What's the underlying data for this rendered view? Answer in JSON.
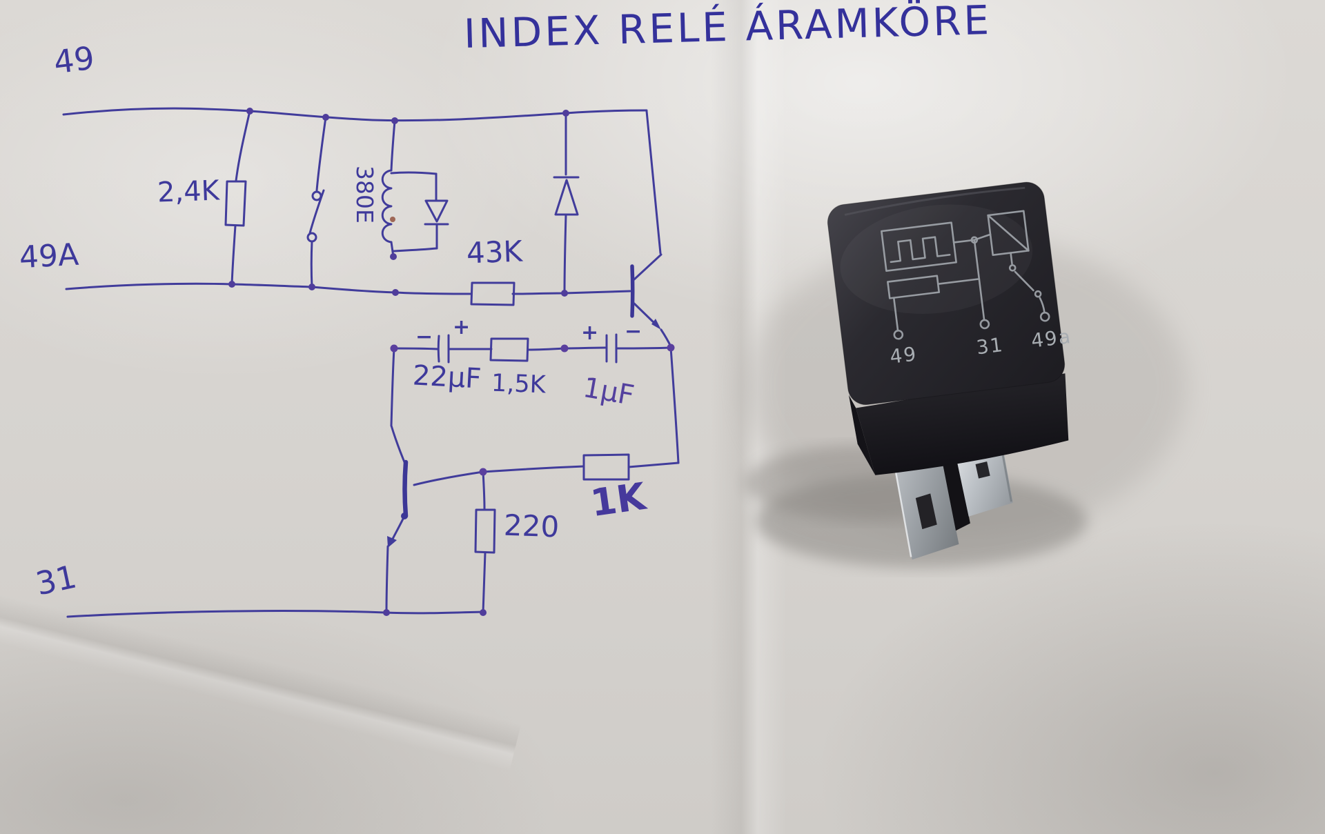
{
  "title": "INDEX RELÉ ÁRAMKÖRE",
  "colors": {
    "ink": "#413c9b",
    "paper": "#d6d3cf",
    "relay_body": "#2a292e",
    "relay_print": "#a0a5ab"
  },
  "schematic": {
    "rail_top": "49",
    "rail_mid": "49A",
    "rail_bottom": "31",
    "r1": "2,4K",
    "coil": "380E",
    "r2": "43K",
    "c1": "22µF",
    "r3": "1,5K",
    "c2": "1µF",
    "r220": "220",
    "r1k": "1K",
    "plus": "+",
    "minus": "−"
  },
  "relay": {
    "pin1": "49",
    "pin2": "31",
    "pin3": "49a"
  }
}
